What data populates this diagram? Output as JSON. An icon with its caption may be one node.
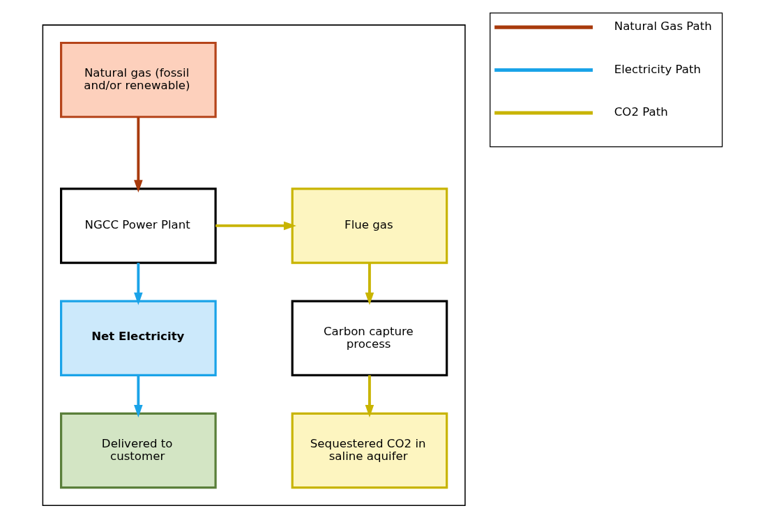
{
  "diagram": {
    "nodes": [
      {
        "text": [],
        "shape": "box"
      },
      {
        "text": [
          "Natural gas (fossil and/or renewable)"
        ],
        "in": 0
      },
      {
        "text": [
          "NGCC Power Plant"
        ],
        "in": 0
      },
      {
        "text": [
          "Flue gas"
        ],
        "in": 0
      },
      {
        "text": [
          "Net Electricity"
        ],
        "in": 0
      },
      {
        "text": [
          "Carbon capture process"
        ],
        "in": 0
      },
      {
        "text": [
          "Delivered to customer"
        ],
        "in": 0
      },
      {
        "text": [
          "Sequestered CO2 in saline aquifer"
        ],
        "in": 0
      }
    ],
    "edges": [
      {
        "from": 1,
        "to": 2,
        "arrow": "to",
        "color": "#a83a0c"
      },
      {
        "from": 2,
        "to": 3,
        "arrow": "to",
        "color": "#c8b400"
      },
      {
        "from": 2,
        "to": 4,
        "arrow": "to",
        "color": "#1aa3e8"
      },
      {
        "from": 3,
        "to": 5,
        "arrow": "to",
        "color": "#c8b400"
      },
      {
        "from": 4,
        "to": 6,
        "arrow": "to",
        "color": "#1aa3e8"
      },
      {
        "from": 5,
        "to": 7,
        "arrow": "to",
        "color": "#c8b400"
      }
    ],
    "legend": [
      {
        "text": "Natural Gas Path",
        "color": "#a83a0c"
      },
      {
        "text": "Electricity Path",
        "color": "#1aa3e8"
      },
      {
        "text": "CO2 Path",
        "color": "#c8b400"
      }
    ]
  }
}
